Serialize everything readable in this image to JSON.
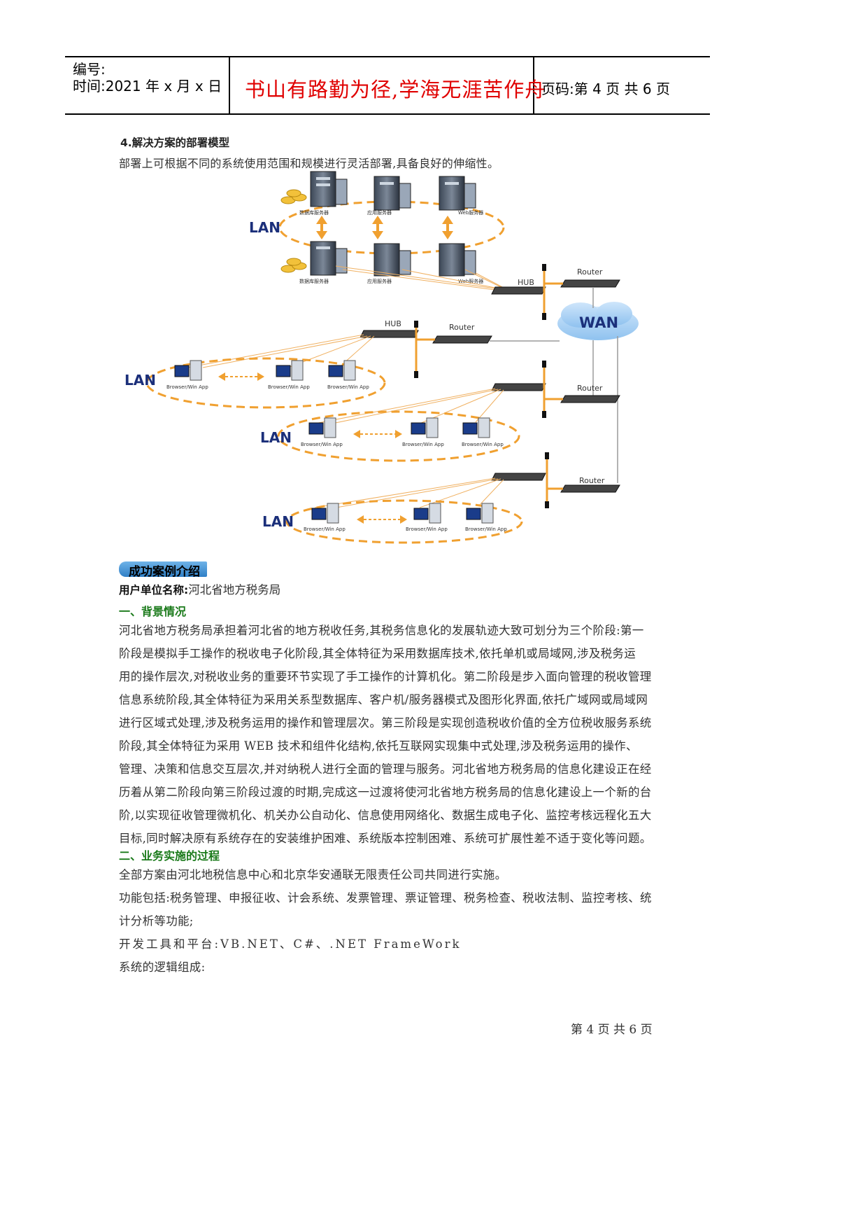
{
  "header": {
    "number_label": "编号:",
    "time_label": "时间:2021 年 x 月 x 日",
    "motto": "书山有路勤为径,学海无涯苦作舟",
    "page_label": "页码:第 4 页 共 6 页"
  },
  "section4": {
    "title": "4.解决方案的部署模型",
    "intro": "部署上可根据不同的系统使用范围和规模进行灵活部署,具备良好的伸缩性。"
  },
  "diagram": {
    "lan_label": "LAN",
    "wan_label": "WAN",
    "hub_label": "HUB",
    "router_label": "Router",
    "db_server": "数据库服务器",
    "app_server": "应用服务器",
    "web_server": "Web服务器",
    "client_label": "Browser/Win App"
  },
  "case": {
    "badge": "成功案例介绍",
    "user_unit_label": "用户单位名称:",
    "user_unit_value": "河北省地方税务局",
    "background_title": "一、背景情况",
    "background_lines": [
      "河北省地方税务局承担着河北省的地方税收任务,其税务信息化的发展轨迹大致可划分为三个阶段:第一",
      "阶段是模拟手工操作的税收电子化阶段,其全体特征为采用数据库技术,依托单机或局域网,涉及税务运",
      "用的操作层次,对税收业务的重要环节实现了手工操作的计算机化。第二阶段是步入面向管理的税收管理",
      "信息系统阶段,其全体特征为采用关系型数据库、客户机/服务器模式及图形化界面,依托广域网或局域网",
      "进行区域式处理,涉及税务运用的操作和管理层次。第三阶段是实现创造税收价值的全方位税收服务系统",
      "阶段,其全体特征为采用 WEB 技术和组件化结构,依托互联网实现集中式处理,涉及税务运用的操作、",
      "管理、决策和信息交互层次,并对纳税人进行全面的管理与服务。河北省地方税务局的信息化建设正在经",
      "历着从第二阶段向第三阶段过渡的时期,完成这一过渡将使河北省地方税务局的信息化建设上一个新的台",
      "阶,以实现征收管理微机化、机关办公自动化、信息使用网络化、数据生成电子化、监控考核远程化五大",
      "目标,同时解决原有系统存在的安装维护困难、系统版本控制困难、系统可扩展性差不适于变化等问题。"
    ],
    "process_title": "二、业务实施的过程",
    "process_lines": [
      "全部方案由河北地税信息中心和北京华安通联无限责任公司共同进行实施。",
      "功能包括:税务管理、申报征收、计会系统、发票管理、票证管理、税务检查、税收法制、监控考核、统",
      "计分析等功能;",
      "开发工具和平台:VB.NET、C#、.NET  FrameWork",
      "系统的逻辑组成:"
    ]
  },
  "footer": {
    "page": "第 4 页 共 6 页"
  }
}
